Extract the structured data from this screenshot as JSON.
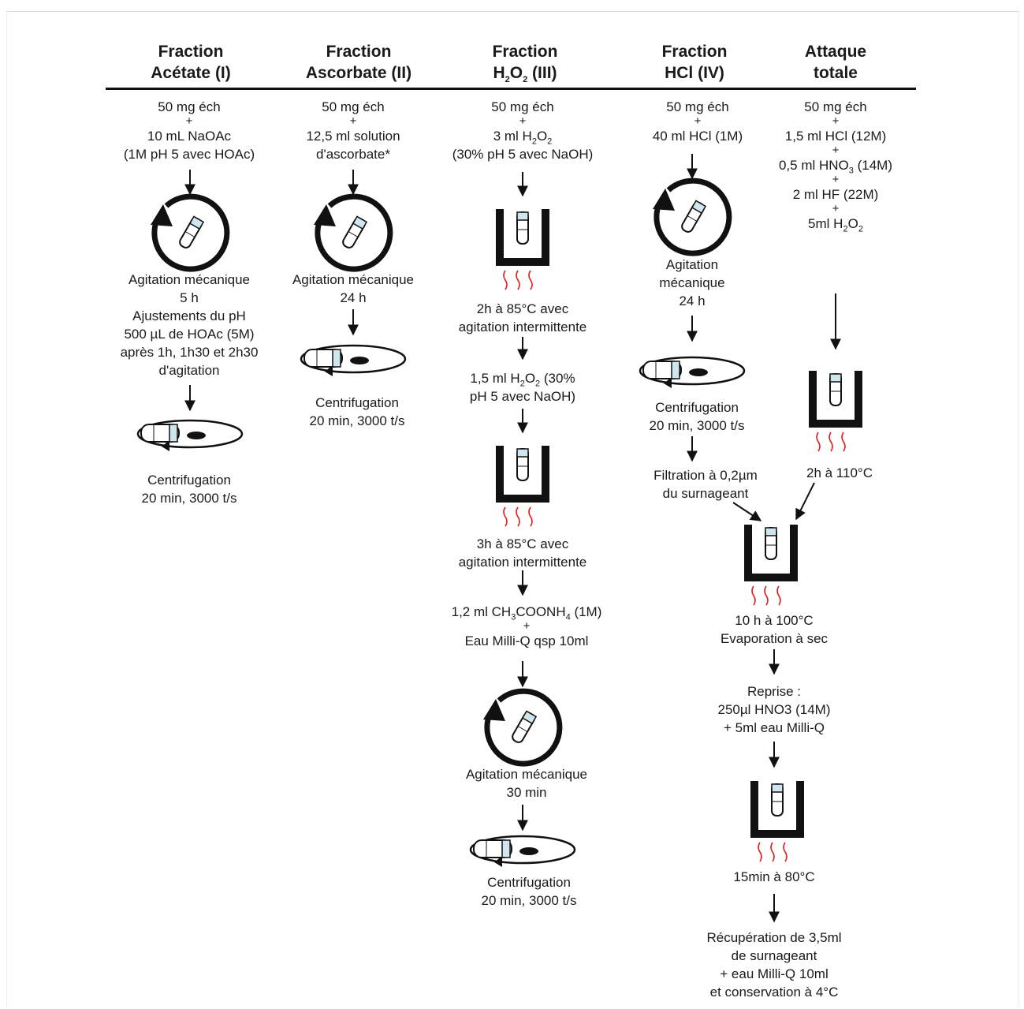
{
  "headers": {
    "f1": [
      "Fraction",
      "Acétate (I)"
    ],
    "f2": [
      "Fraction",
      "Ascorbate (II)"
    ],
    "f3": [
      "Fraction",
      "H2O2 (III)"
    ],
    "f4": [
      "Fraction",
      "HCl (IV)"
    ],
    "f5": [
      "Attaque",
      "totale"
    ]
  },
  "col1": {
    "sample": "50 mg éch",
    "reagent": [
      "10 mL NaOAc",
      "(1M pH 5 avec HOAc)"
    ],
    "agitation": [
      "Agitation mécanique",
      "5 h",
      "Ajustements du pH",
      "500 µL de HOAc (5M)",
      "après 1h, 1h30 et 2h30",
      "d'agitation"
    ],
    "centrifugation": [
      "Centrifugation",
      "20 min, 3000 t/s"
    ]
  },
  "col2": {
    "sample": "50 mg éch",
    "reagent": [
      "12,5 ml solution",
      "d'ascorbate*"
    ],
    "agitation": [
      "Agitation mécanique",
      "24 h"
    ],
    "centrifugation": [
      "Centrifugation",
      "20 min, 3000 t/s"
    ]
  },
  "col3": {
    "sample": "50 mg éch",
    "reagent": [
      "3 ml H2O2",
      "(30% pH 5 avec NaOH)"
    ],
    "heat1": [
      "2h à 85°C avec",
      "agitation intermittente"
    ],
    "reagent2": [
      "1,5 ml H2O2 (30%",
      "pH 5 avec NaOH)"
    ],
    "heat2": [
      "3h à 85°C avec",
      "agitation intermittente"
    ],
    "reagent3": [
      "1,2 ml CH3COONH4 (1M)",
      "Eau Milli-Q qsp 10ml"
    ],
    "agitation": [
      "Agitation mécanique",
      "30 min"
    ],
    "centrifugation": [
      "Centrifugation",
      "20 min, 3000 t/s"
    ]
  },
  "col4": {
    "sample": "50 mg éch",
    "reagent": "40 ml HCl (1M)",
    "agitation": [
      "Agitation",
      "mécanique",
      "24 h"
    ],
    "centrifugation": [
      "Centrifugation",
      "20 min, 3000 t/s"
    ],
    "filtration": [
      "Filtration à 0,2µm",
      "du surnageant"
    ]
  },
  "col5": {
    "sample": "50 mg éch",
    "reagents": [
      "1,5 ml HCl (12M)",
      "0,5 ml HNO3 (14M)",
      "2 ml HF (22M)",
      "5ml H2O2"
    ],
    "heat": "2h à 110°C"
  },
  "merge": {
    "evaporation": [
      "10 h à 100°C",
      "Evaporation à sec"
    ],
    "reprise": [
      "Reprise :",
      "250µl HNO3 (14M)",
      "+ 5ml eau Milli-Q"
    ],
    "heat": "15min à 80°C",
    "final": [
      "Récupération de 3,5ml",
      "de  surnageant",
      "+ eau Milli-Q 10ml",
      "et conservation à 4°C"
    ]
  },
  "plus_sign": "+"
}
